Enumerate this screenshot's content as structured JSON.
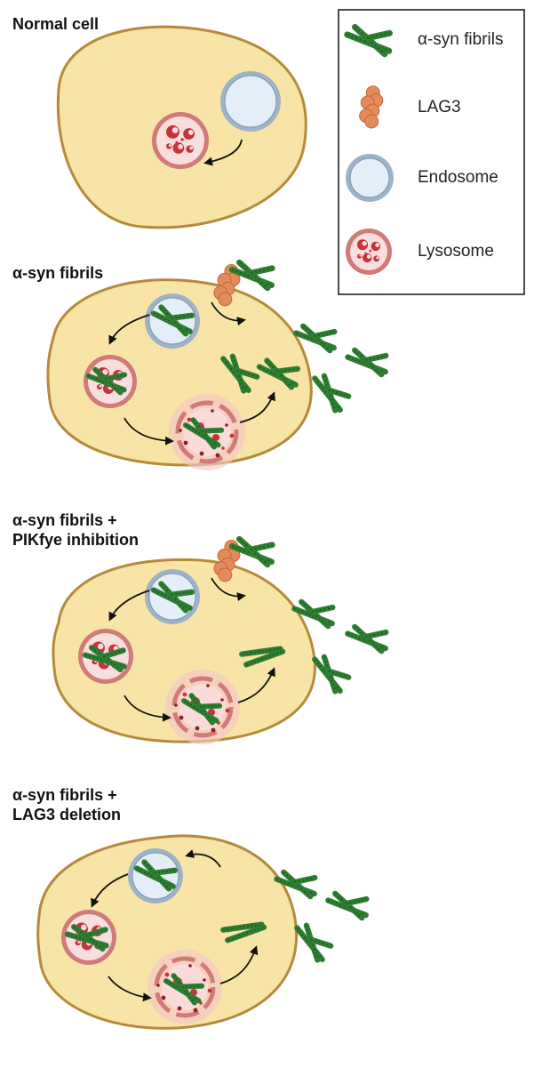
{
  "colors": {
    "cytoplasm": "#f8e4a6",
    "membrane": "#b58a3a",
    "fibril": "#2e7d32",
    "fibril_dark": "#1b5e20",
    "lag3": "#e58a5a",
    "endosome_fill": "#e3eef8",
    "endosome_ring": "#9fb3c8",
    "lysosome_fill": "#f9dede",
    "lysosome_ring": "#d07a7a",
    "lysosome_dots": "#c8323a",
    "burst": "#f3c6c6",
    "arrow": "#111111"
  },
  "legend": {
    "items": [
      {
        "icon": "fibril-icon",
        "label": "α-syn fibrils"
      },
      {
        "icon": "lag3-icon",
        "label": "LAG3"
      },
      {
        "icon": "endosome-icon",
        "label": "Endosome"
      },
      {
        "icon": "lysosome-icon",
        "label": "Lysosome"
      }
    ]
  },
  "panels": [
    {
      "title": "Normal cell"
    },
    {
      "title": "α-syn fibrils"
    },
    {
      "title": "α-syn fibrils +\nPIKfye inhibition"
    },
    {
      "title": "α-syn fibrils +\nLAG3 deletion"
    }
  ]
}
